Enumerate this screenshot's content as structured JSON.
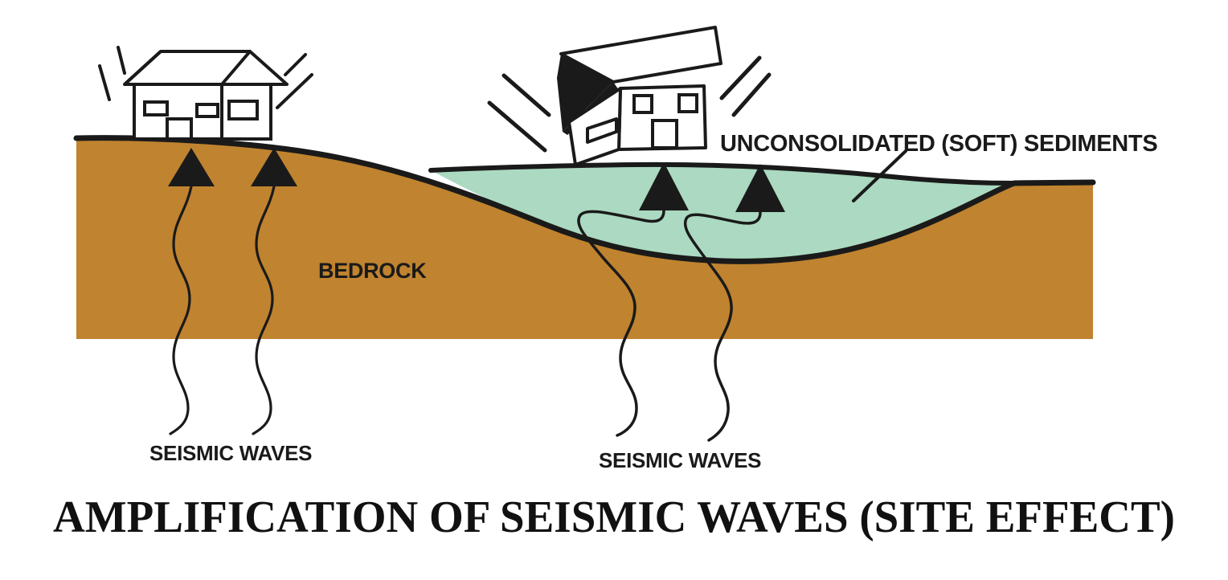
{
  "figure": {
    "title": "AMPLIFICATION OF SEISMIC WAVES (SITE EFFECT)",
    "type": "geological-cross-section-diagram",
    "background_color": "#ffffff"
  },
  "labels": {
    "sediments": "UNCONSOLIDATED (SOFT) SEDIMENTS",
    "bedrock": "BEDROCK",
    "seismic_waves_left": "SEISMIC WAVES",
    "seismic_waves_right": "SEISMIC WAVES"
  },
  "colors": {
    "bedrock": "#C0832F",
    "sediments": "#ABD9C1",
    "outline": "#1a1a1a",
    "house": "#ffffff",
    "text": "#1a1a1a",
    "title": "#111111",
    "background": "#ffffff"
  },
  "layers": [
    {
      "name": "bedrock",
      "label": "BEDROCK",
      "color": "#C0832F"
    },
    {
      "name": "unconsolidated-sediments",
      "label": "UNCONSOLIDATED (SOFT) SEDIMENTS",
      "color": "#ABD9C1"
    }
  ],
  "buildings": [
    {
      "id": "house-on-bedrock",
      "state": "intact",
      "ground": "bedrock",
      "shaking": "low",
      "shake_line_count": 4
    },
    {
      "id": "house-on-sediments",
      "state": "collapsing",
      "ground": "unconsolidated-sediments",
      "shaking": "high",
      "roof": "detached-and-airborne",
      "shake_line_count": 4
    }
  ],
  "waves": [
    {
      "id": "wave-bedrock-1",
      "ground": "bedrock",
      "amplitude": "small",
      "direction": "upward"
    },
    {
      "id": "wave-bedrock-2",
      "ground": "bedrock",
      "amplitude": "small",
      "direction": "upward"
    },
    {
      "id": "wave-sediment-1",
      "ground": "unconsolidated-sediments",
      "amplitude": "amplified",
      "direction": "upward"
    },
    {
      "id": "wave-sediment-2",
      "ground": "unconsolidated-sediments",
      "amplitude": "amplified",
      "direction": "upward"
    }
  ]
}
